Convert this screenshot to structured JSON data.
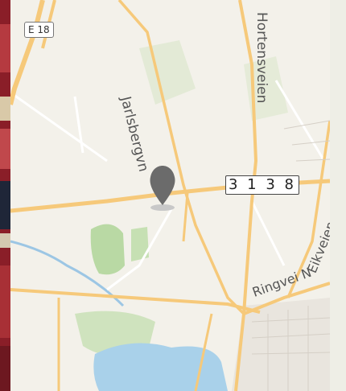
{
  "map": {
    "roads": {
      "e18": "E 18",
      "route": "3 1 3 8",
      "jarlsberg": "Jarlsbergvn",
      "hortensveien": "Hortensveien",
      "eikveien": "Eikveien",
      "ringvei": "Ringvei N"
    },
    "colors": {
      "land": "#f3f1ea",
      "road": "#f6c97a",
      "green": "#b9d9a4",
      "water": "#a9d1ea",
      "pin": "#6b6b6b"
    },
    "marker": {
      "icon": "map-pin-icon"
    }
  }
}
